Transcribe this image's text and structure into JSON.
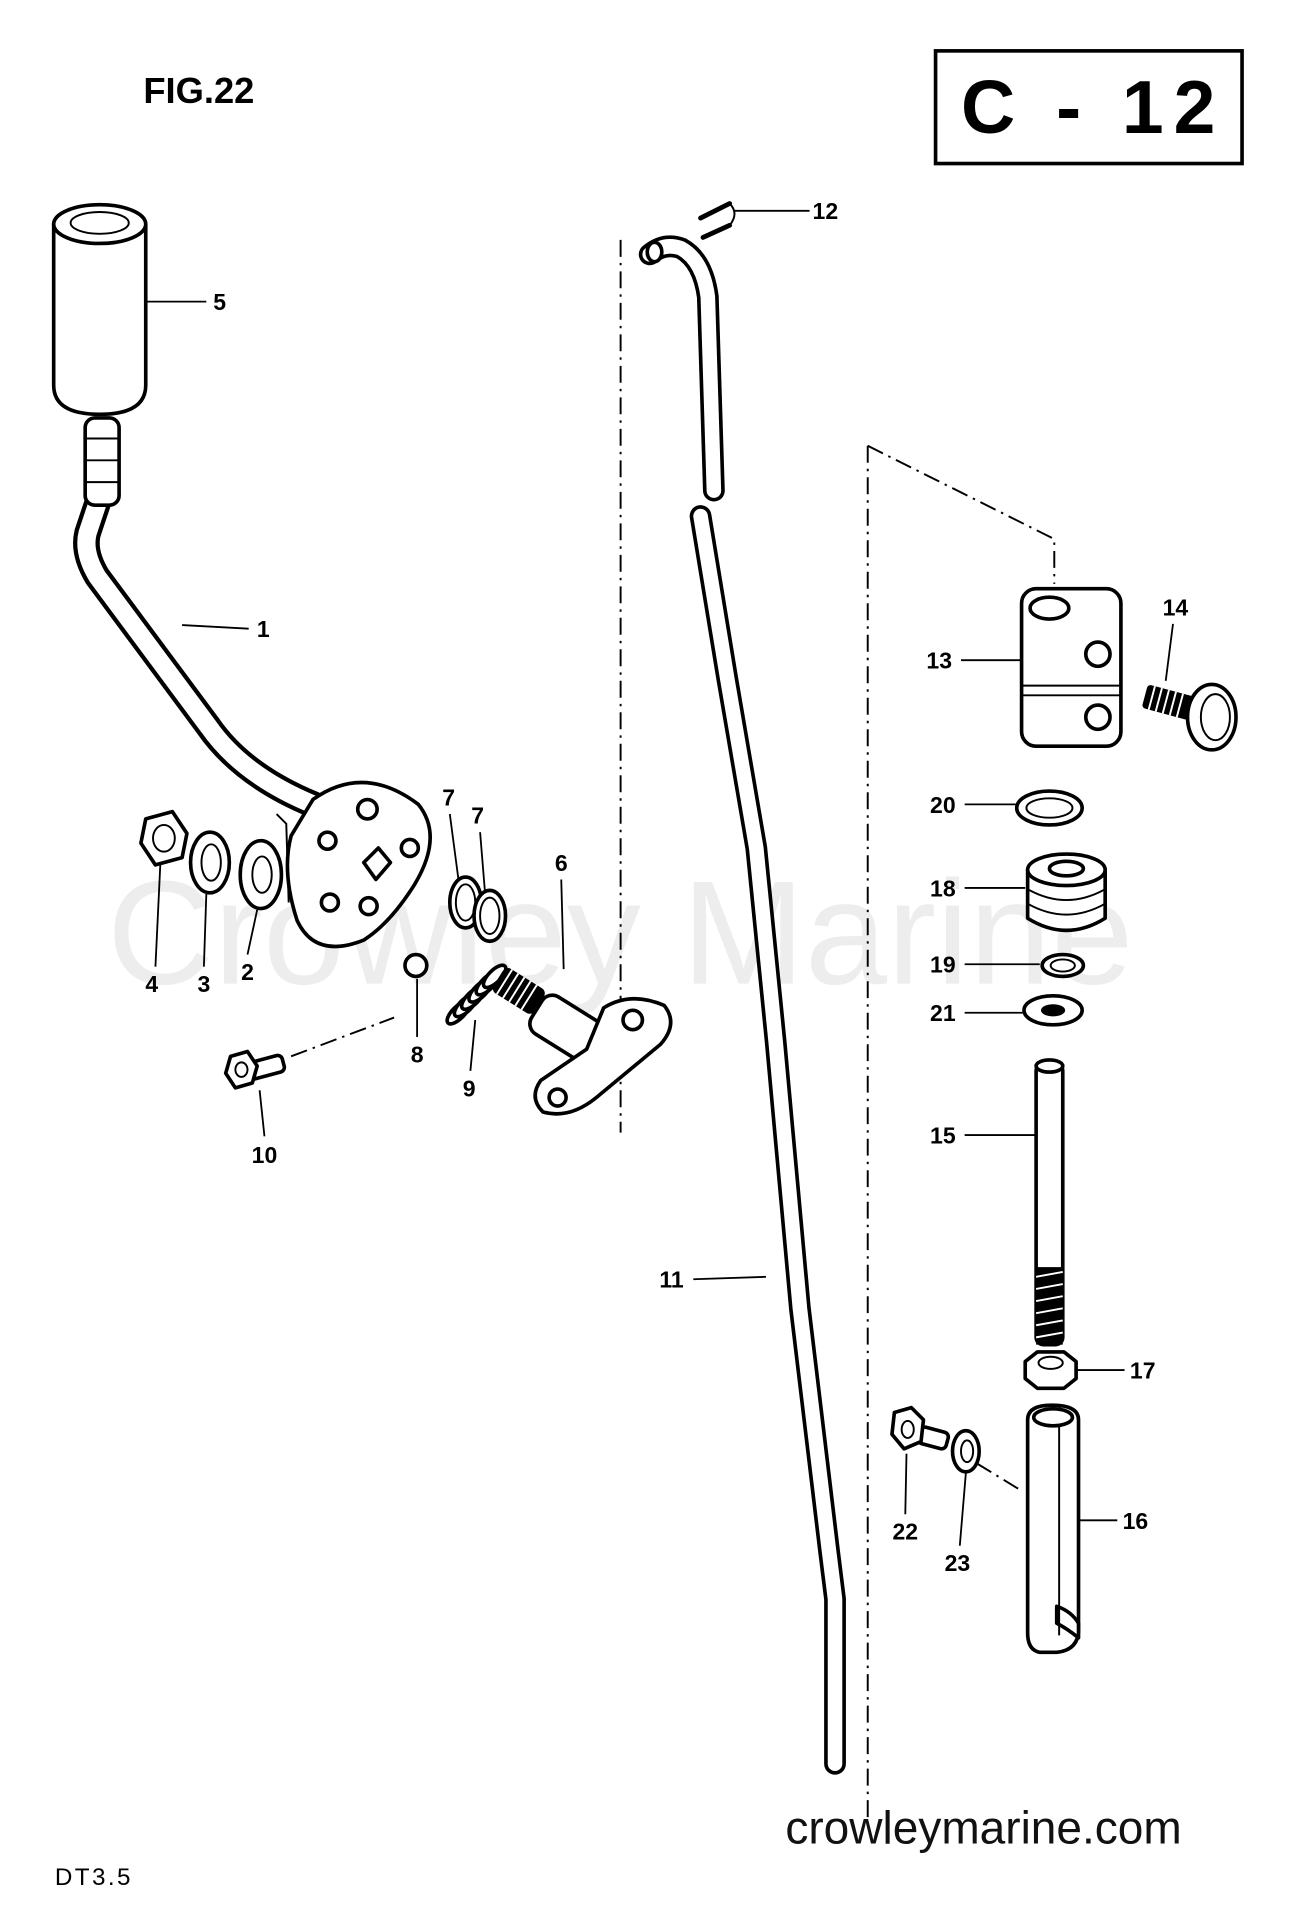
{
  "figure_label": "FIG.22",
  "page_code": "C - 12",
  "model": "DT3.5",
  "website": "crowleymarine.com",
  "watermark": "Crowley Marine",
  "colors": {
    "ink": "#000000",
    "paper": "#ffffff",
    "watermark": "#ededed"
  },
  "callouts": [
    "1",
    "2",
    "3",
    "4",
    "5",
    "6",
    "7",
    "8",
    "9",
    "10",
    "11",
    "12",
    "13",
    "14",
    "15",
    "16",
    "17",
    "18",
    "19",
    "20",
    "21",
    "22",
    "23"
  ]
}
